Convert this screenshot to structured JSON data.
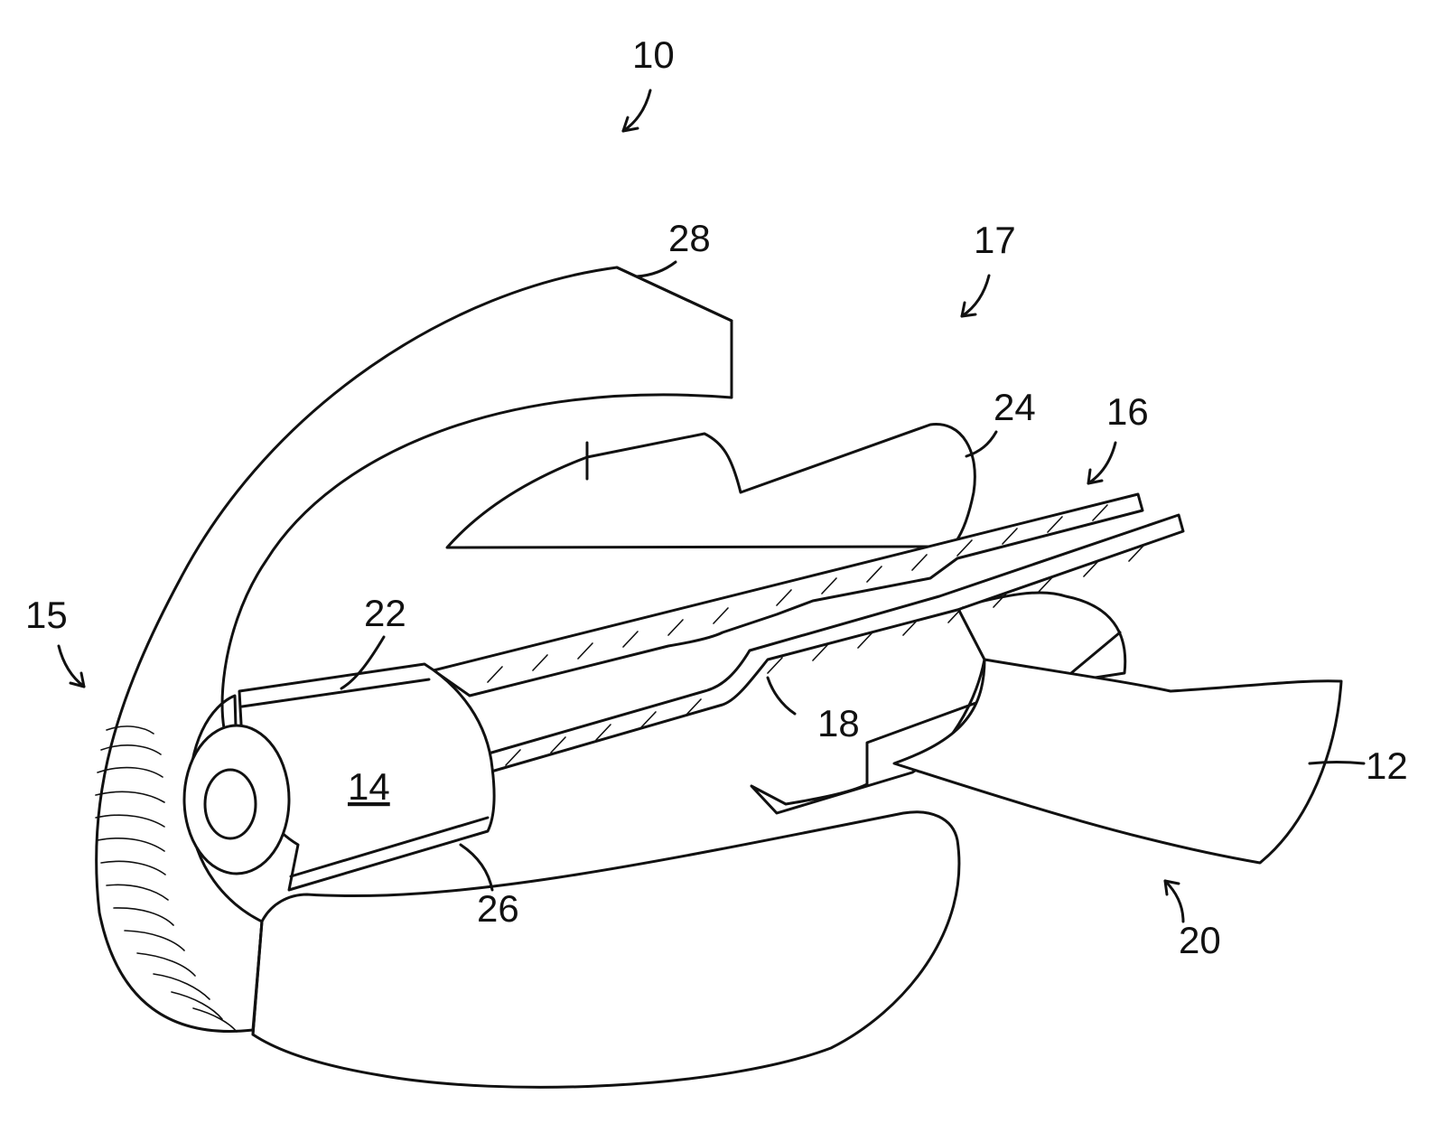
{
  "figure": {
    "reference_numerals": [
      {
        "id": "ref-10",
        "label": "10"
      },
      {
        "id": "ref-28",
        "label": "28"
      },
      {
        "id": "ref-17",
        "label": "17"
      },
      {
        "id": "ref-24",
        "label": "24"
      },
      {
        "id": "ref-16",
        "label": "16"
      },
      {
        "id": "ref-15",
        "label": "15"
      },
      {
        "id": "ref-22",
        "label": "22"
      },
      {
        "id": "ref-14",
        "label": "14"
      },
      {
        "id": "ref-18",
        "label": "18"
      },
      {
        "id": "ref-12",
        "label": "12"
      },
      {
        "id": "ref-26",
        "label": "26"
      },
      {
        "id": "ref-20",
        "label": "20"
      }
    ]
  }
}
